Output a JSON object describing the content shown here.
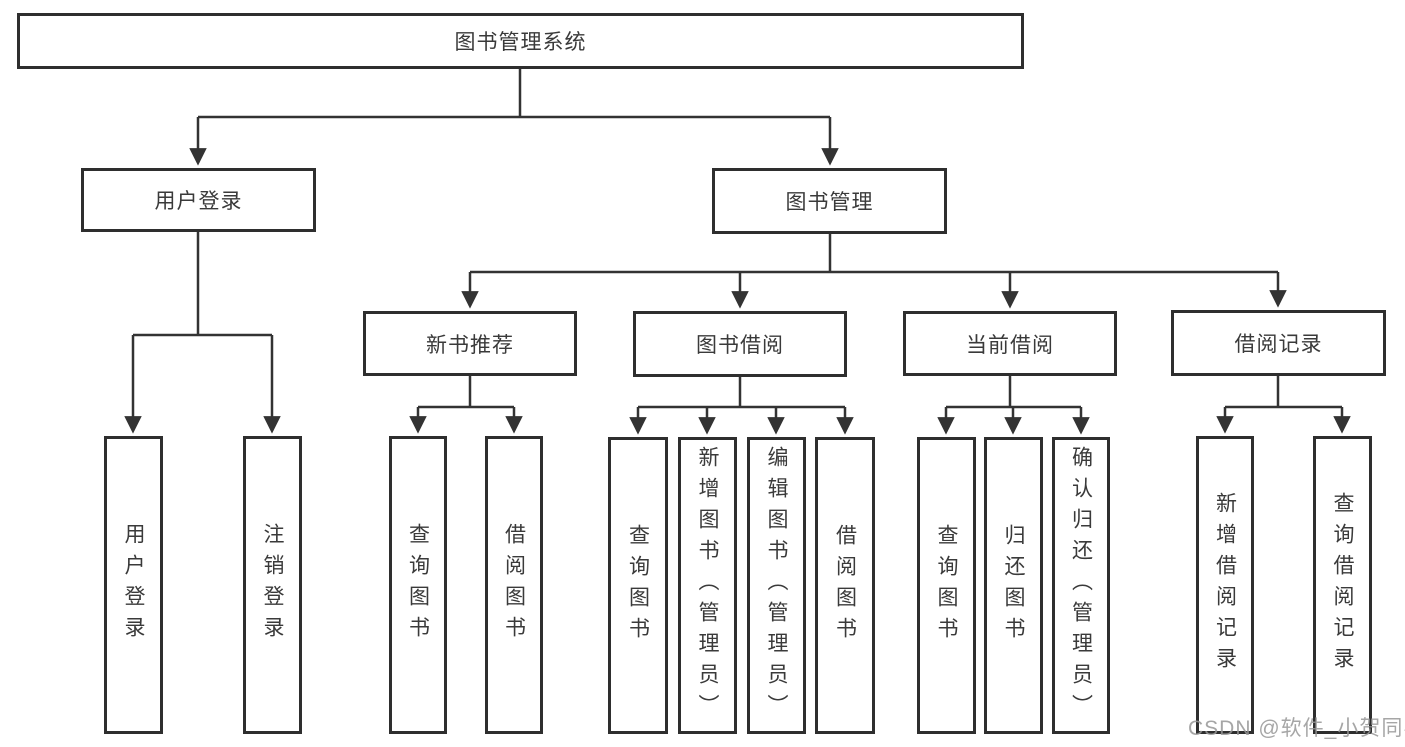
{
  "root": {
    "label": "图书管理系统"
  },
  "user_login": {
    "label": "用户登录",
    "children": {
      "login": {
        "label": "用户登录"
      },
      "logout": {
        "label": "注销登录"
      }
    }
  },
  "book_mgmt": {
    "label": "图书管理",
    "groups": {
      "new_book": {
        "label": "新书推荐",
        "children": {
          "query": {
            "label": "查询图书"
          },
          "borrow": {
            "label": "借阅图书"
          }
        }
      },
      "borrow": {
        "label": "图书借阅",
        "children": {
          "query": {
            "label": "查询图书"
          },
          "add": {
            "label": "新增图书（管理员）"
          },
          "edit": {
            "label": "编辑图书（管理员）"
          },
          "borrow": {
            "label": "借阅图书"
          }
        }
      },
      "current": {
        "label": "当前借阅",
        "children": {
          "query": {
            "label": "查询图书"
          },
          "return": {
            "label": "归还图书"
          },
          "confirm": {
            "label": "确认归还（管理员）"
          }
        }
      },
      "records": {
        "label": "借阅记录",
        "children": {
          "add": {
            "label": "新增借阅记录"
          },
          "query": {
            "label": "查询借阅记录"
          }
        }
      }
    }
  },
  "watermark": {
    "text": "CSDN @软件_小贺同学"
  },
  "colors": {
    "line": "#333333",
    "border": "#2e2e2e",
    "text": "#3a3a3a",
    "watermark": "#969696"
  }
}
